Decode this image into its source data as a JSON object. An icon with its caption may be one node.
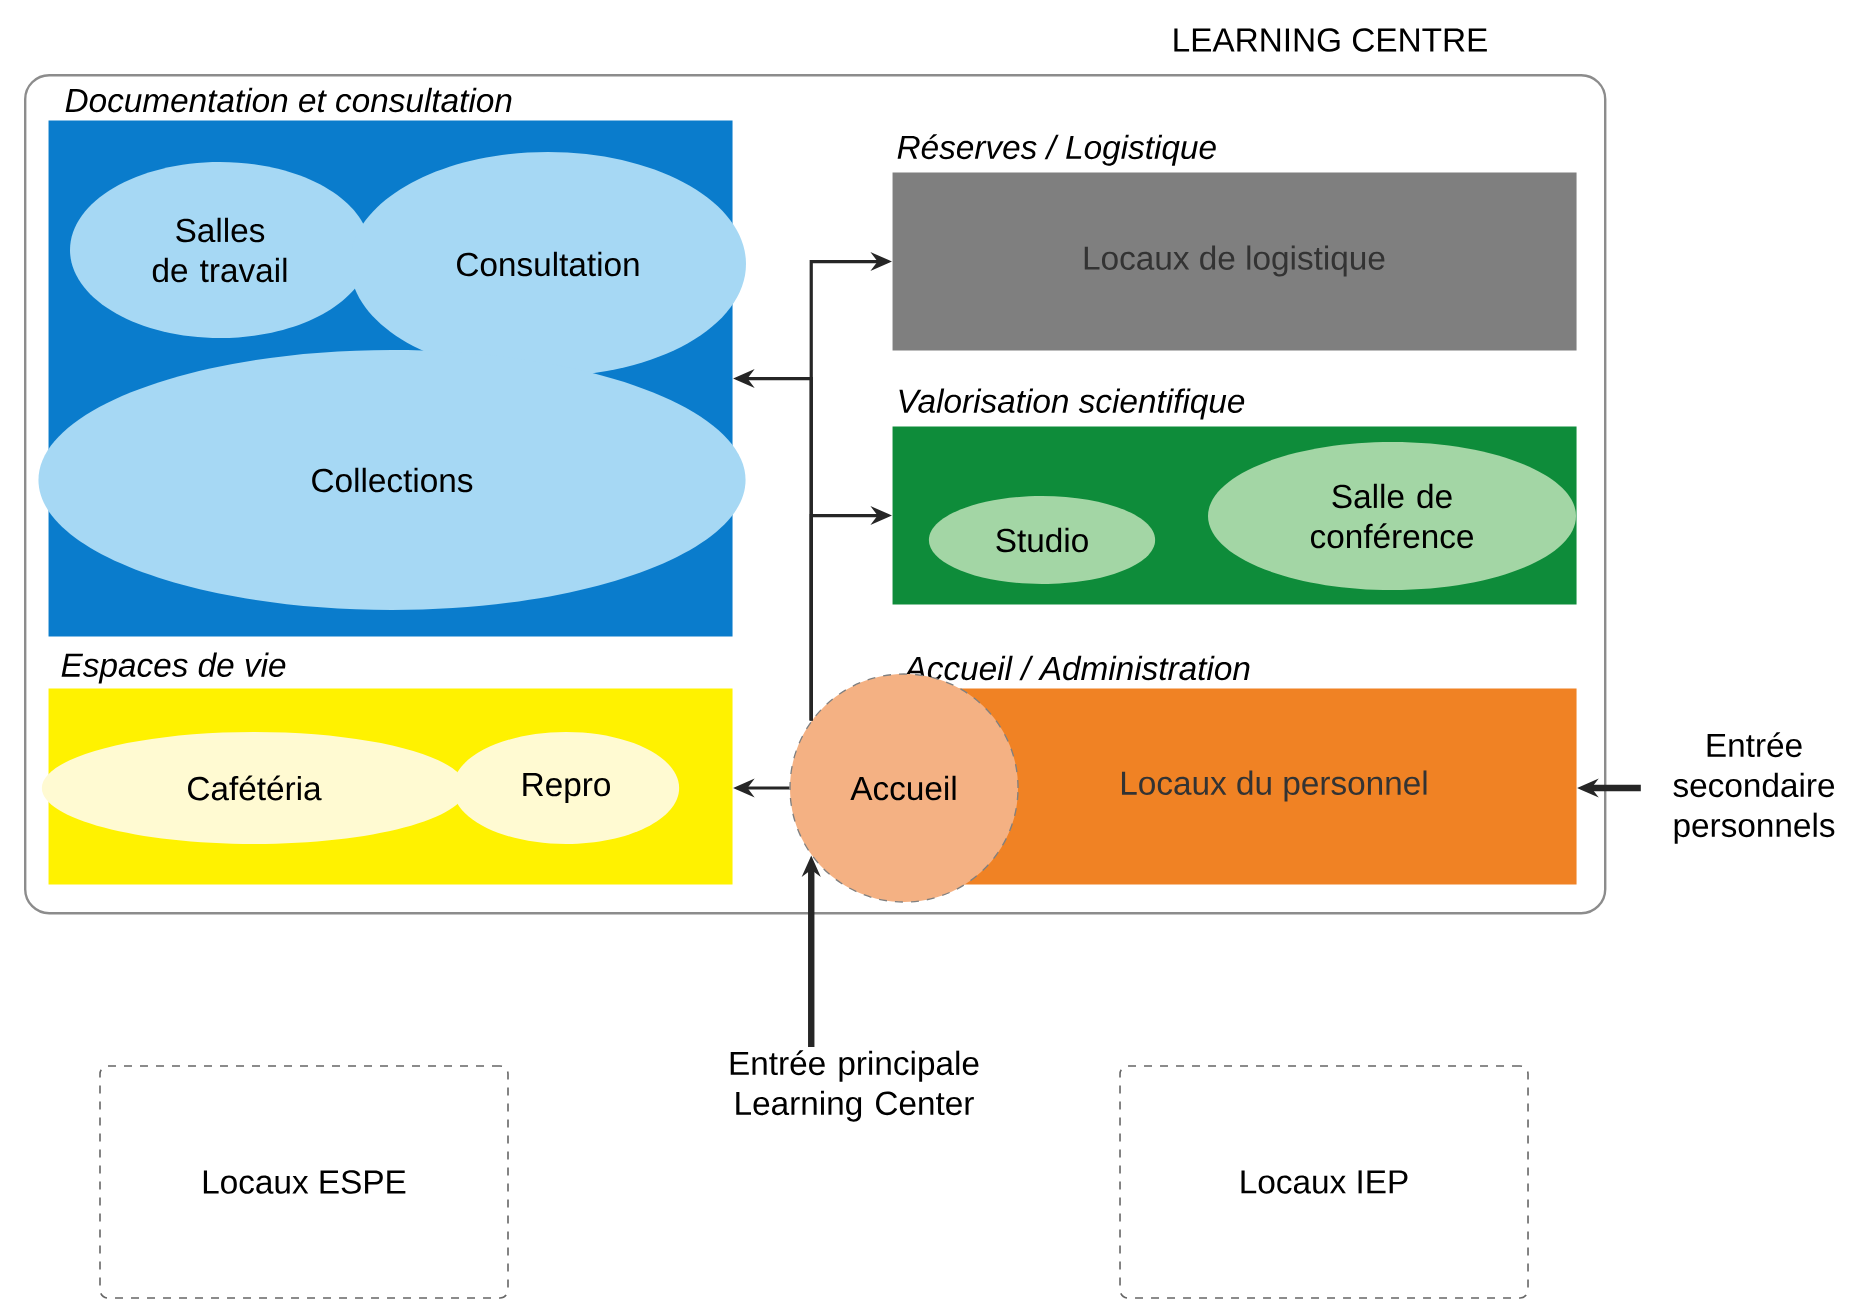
{
  "diagram": {
    "nodes": [
      {
        "text": [
          "LEARNING CENTRE"
        ]
      },
      {
        "text": [
          "Documentation et consultation"
        ],
        "in": 0
      },
      {
        "text": [
          "Salles de travail"
        ],
        "in": 1
      },
      {
        "text": [
          "Consultation"
        ],
        "in": 1
      },
      {
        "text": [
          "Collections"
        ],
        "in": 1
      },
      {
        "text": [
          "Réserves / Logistique",
          "Locaux de logistique"
        ],
        "in": 0
      },
      {
        "text": [
          "Valorisation scientifique"
        ],
        "in": 0
      },
      {
        "text": [
          "Studio"
        ],
        "in": 6
      },
      {
        "text": [
          "Salle de conférence"
        ],
        "in": 6
      },
      {
        "text": [
          "Espaces de vie"
        ],
        "in": 0
      },
      {
        "text": [
          "Cafétéria"
        ],
        "in": 9
      },
      {
        "text": [
          "Repro"
        ],
        "in": 9
      },
      {
        "text": [
          "Accueil / Administration",
          "Locaux du personnel"
        ],
        "in": 0
      },
      {
        "text": [
          "Accueil"
        ],
        "in": 0
      },
      {
        "text": [
          "Entrée principale Learning Center"
        ]
      },
      {
        "text": [
          "Entrée secondaire personnels"
        ]
      },
      {
        "text": [
          "Locaux ESPE"
        ]
      },
      {
        "text": [
          "Locaux IEP"
        ]
      }
    ],
    "edges": [
      {
        "from": 14,
        "to": 13,
        "arrow": "to",
        "style": "thick"
      },
      {
        "from": 13,
        "to": 9,
        "arrow": "to"
      },
      {
        "from": 13,
        "to": 1,
        "arrow": "to"
      },
      {
        "from": 13,
        "to": 5,
        "arrow": "to"
      },
      {
        "from": 13,
        "to": 6,
        "arrow": "to"
      },
      {
        "from": 15,
        "to": 12,
        "arrow": "to",
        "style": "thick"
      }
    ]
  }
}
